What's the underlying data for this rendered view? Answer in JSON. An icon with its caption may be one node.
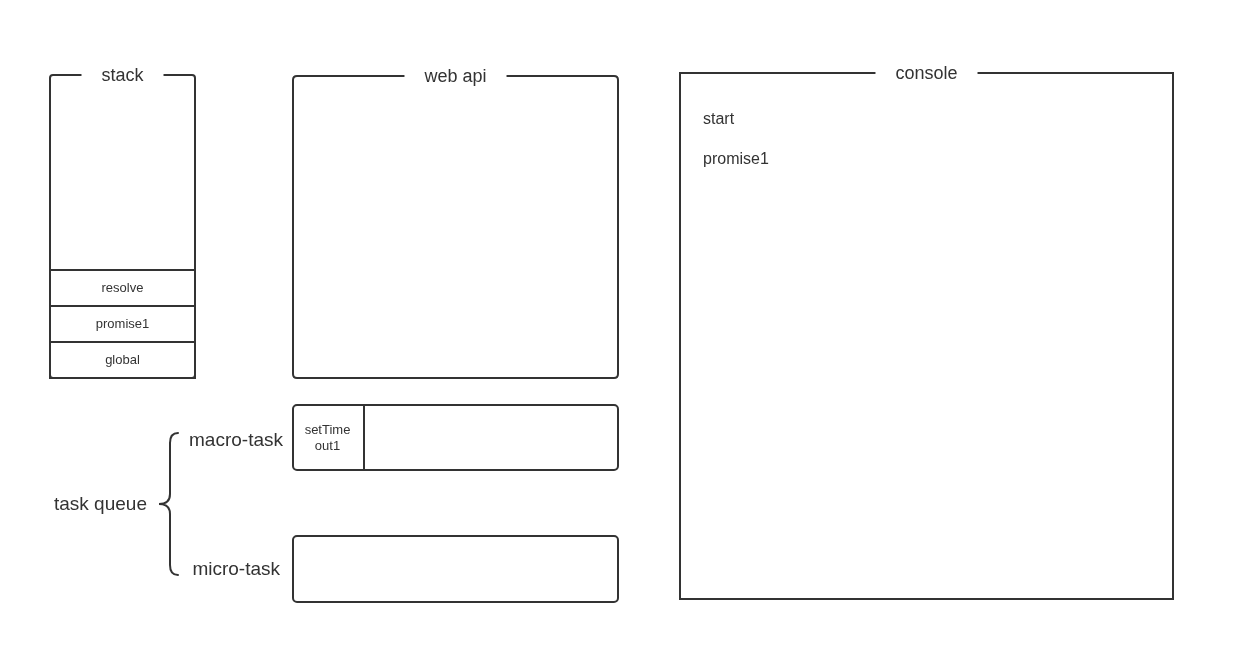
{
  "diagram": {
    "nodes": [
      {
        "text": [
          "stack"
        ]
      },
      {
        "text": [
          "resolve"
        ],
        "in": 0
      },
      {
        "text": [
          "promise1"
        ],
        "in": 0
      },
      {
        "text": [
          "global"
        ],
        "in": 0
      },
      {
        "text": [
          "web api"
        ]
      },
      {
        "text": [
          "console",
          "start",
          "promise1"
        ]
      },
      {
        "text": [],
        "shape": "box",
        "beside": [
          "macro-task"
        ]
      },
      {
        "text": [
          "setTime out1"
        ],
        "in": 6
      },
      {
        "text": [],
        "shape": "box",
        "beside": [
          "micro-task"
        ]
      }
    ],
    "labels": [
      "task queue"
    ]
  }
}
